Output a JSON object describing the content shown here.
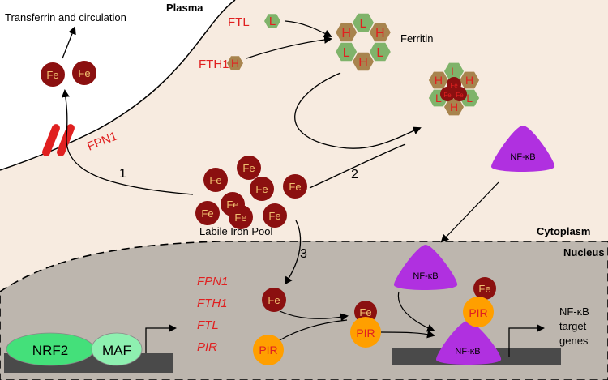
{
  "regions": {
    "plasma": "Plasma",
    "cytoplasm": "Cytoplasm",
    "nucleus": "Nucleus"
  },
  "labels": {
    "transferrin": "Transferrin and circulation",
    "fpn1": "FPN1",
    "ftl": "FTL",
    "fth1": "FTH1",
    "ferritin": "Ferritin",
    "labile_pool": "Labile Iron Pool",
    "nfkb": "NF-κB",
    "target_genes_line1": "NF-κB",
    "target_genes_line2": "target",
    "target_genes_line3": "genes"
  },
  "steps": {
    "one": "1",
    "two": "2",
    "three": "3"
  },
  "subunits": {
    "light": "L",
    "heavy": "H"
  },
  "iron": "Fe",
  "nrf2": "NRF2",
  "maf": "MAF",
  "pir": "PIR",
  "genes": [
    "FPN1",
    "FTH1",
    "FTL",
    "PIR"
  ],
  "colors": {
    "plasma_bg": "#ffffff",
    "cytoplasm_bg": "#f7ebe0",
    "nucleus_bg": "#bdb6ae",
    "iron": "#8b1010",
    "iron_text": "#f0c070",
    "light_subunit": "#7fb36a",
    "heavy_subunit": "#a8844e",
    "subunit_text": "#e02020",
    "label_red": "#e02020",
    "nfkb": "#b030e0",
    "pir": "#ff9f00",
    "pir_text": "#e02020",
    "nrf2": "#44e07a",
    "maf": "#8ef0b0",
    "dna": "#4a4a4a"
  }
}
